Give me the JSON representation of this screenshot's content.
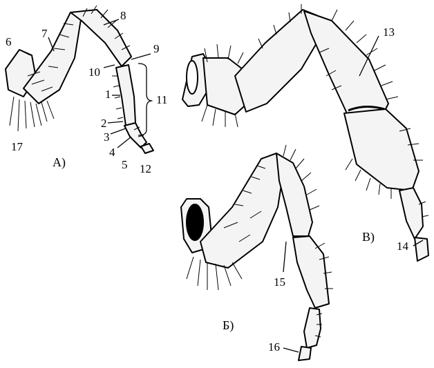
{
  "colors": {
    "ink": "#000000",
    "paper": "#ffffff",
    "fill": "#f4f4f4"
  },
  "figure": {
    "panels": {
      "a": "А)",
      "b": "Б)",
      "v": "В)"
    },
    "numbers": [
      "1",
      "2",
      "3",
      "4",
      "5",
      "6",
      "7",
      "8",
      "9",
      "10",
      "11",
      "12",
      "13",
      "14",
      "15",
      "16",
      "17"
    ]
  }
}
